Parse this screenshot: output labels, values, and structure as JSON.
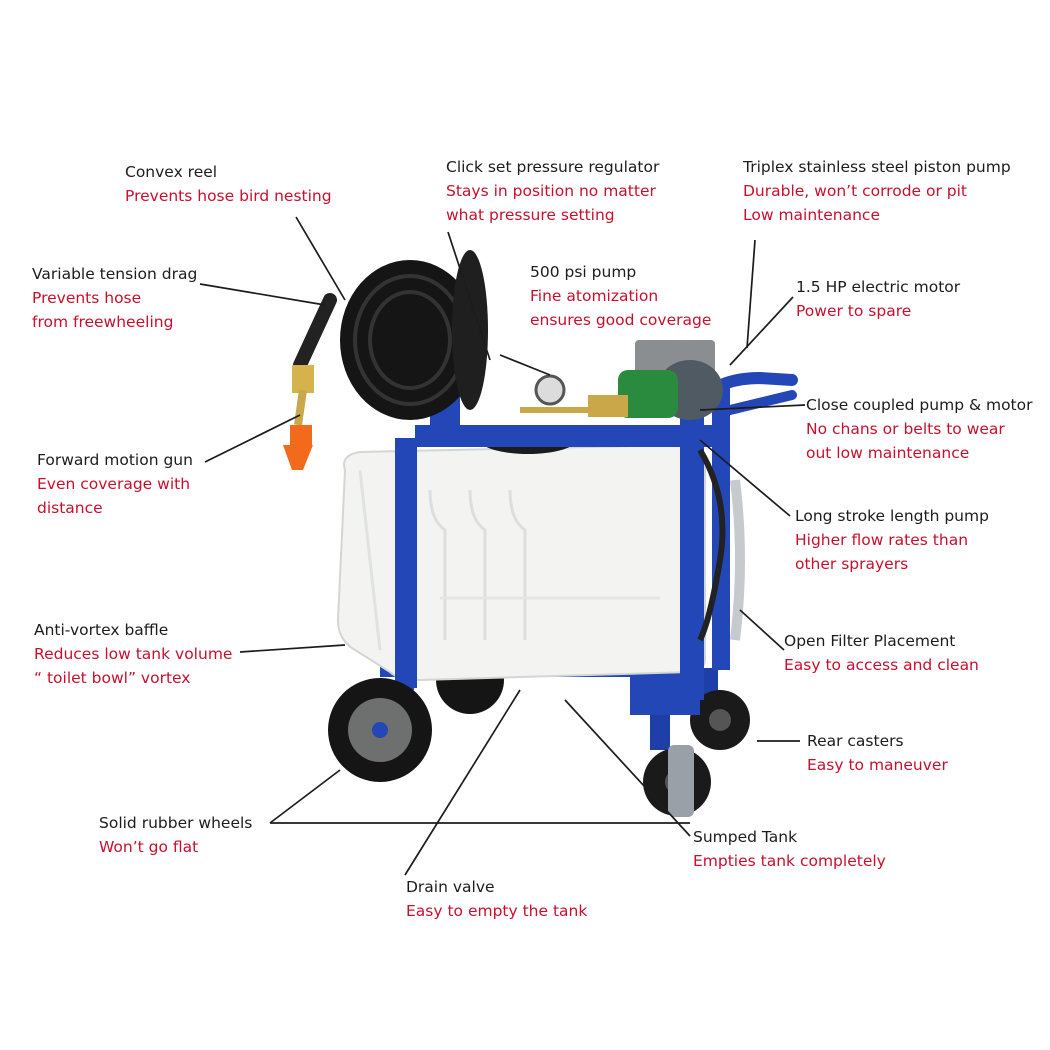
{
  "callouts": [
    {
      "id": "convex-reel",
      "title": "Convex reel",
      "lines": [
        "Prevents hose bird nesting"
      ]
    },
    {
      "id": "variable-tension-drag",
      "title": "Variable tension drag",
      "lines": [
        "Prevents hose",
        "from freewheeling"
      ]
    },
    {
      "id": "click-set-regulator",
      "title": "Click set pressure regulator",
      "lines": [
        "Stays in position no matter",
        "what pressure setting"
      ]
    },
    {
      "id": "triplex-pump",
      "title": "Triplex stainless steel piston pump",
      "lines": [
        "Durable, won’t corrode or pit",
        "Low maintenance"
      ]
    },
    {
      "id": "500-psi-pump",
      "title": "500 psi pump",
      "lines": [
        "Fine atomization",
        "ensures good coverage"
      ]
    },
    {
      "id": "electric-motor",
      "title": "1.5 HP electric motor",
      "lines": [
        "Power to spare"
      ]
    },
    {
      "id": "close-coupled",
      "title": "Close coupled pump & motor",
      "lines": [
        "No chans or belts to wear",
        "out low maintenance"
      ]
    },
    {
      "id": "forward-motion-gun",
      "title": "Forward motion gun",
      "lines": [
        "Even coverage with",
        "distance"
      ]
    },
    {
      "id": "long-stroke",
      "title": "Long stroke length pump",
      "lines": [
        "Higher flow rates than",
        "other sprayers"
      ]
    },
    {
      "id": "anti-vortex",
      "title": "Anti-vortex baffle",
      "lines": [
        "Reduces low tank volume",
        "“ toilet bowl” vortex"
      ]
    },
    {
      "id": "open-filter",
      "title": "Open Filter Placement",
      "lines": [
        "Easy to access and clean"
      ]
    },
    {
      "id": "rear-casters",
      "title": "Rear casters",
      "lines": [
        "Easy to maneuver"
      ]
    },
    {
      "id": "solid-wheels",
      "title": "Solid rubber wheels",
      "lines": [
        "Won’t go flat"
      ]
    },
    {
      "id": "sumped-tank",
      "title": "Sumped Tank",
      "lines": [
        "Empties tank completely"
      ]
    },
    {
      "id": "drain-valve",
      "title": "Drain valve",
      "lines": [
        "Easy to empty the tank"
      ]
    }
  ]
}
